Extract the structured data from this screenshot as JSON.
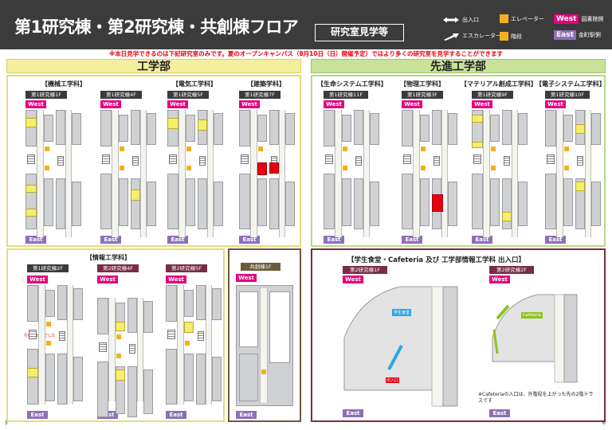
{
  "header": {
    "title": "第1研究棟・第2研究棟・共創棟フロア",
    "badge": "研究室見学等"
  },
  "legend": {
    "entrance": "出入口",
    "elevator": "エレベーター",
    "west": "West",
    "library": "図書館側",
    "escalator": "エスカレーター",
    "stairs": "階段",
    "east": "East",
    "kanamachi": "金町駅側"
  },
  "notice": "※本日見学できるのは下記研究室のみです。夏のオープンキャンパス（8月10日（日）開催予定）ではより多くの研究室を見学することができます",
  "departments": {
    "engineering": "工学部",
    "advanced": "先進工学部"
  },
  "tags": {
    "west": "West",
    "east": "East"
  },
  "eng_top": [
    {
      "title": "【機械工学科】",
      "buildings": [
        "第1研究棟1F",
        "第1研究棟4F"
      ]
    },
    {
      "title": "【電気工学科】",
      "buildings": [
        "第1研究棟5F"
      ]
    },
    {
      "title": "【建築学科】",
      "buildings": [
        "第1研究棟7F"
      ]
    }
  ],
  "adv_top": [
    {
      "title": "【生命システム工学科】",
      "buildings": [
        "第1研究棟11F"
      ]
    },
    {
      "title": "【物理工学科】",
      "buildings": [
        "第1研究棟3F"
      ]
    },
    {
      "title": "【マテリアル創成工学科】",
      "buildings": [
        "第1研究棟9F"
      ]
    },
    {
      "title": "【電子システム工学科】",
      "buildings": [
        "第1研究棟10F"
      ]
    }
  ],
  "info": {
    "title": "【情報工学科】",
    "buildings": [
      "第1研究棟2F",
      "第2研究棟4F",
      "第2研究棟5F"
    ],
    "not_allowed": "行けませんでした"
  },
  "kyoso": {
    "building": "共創棟1F"
  },
  "cafe": {
    "title": "【学生食堂・Cafeteria 及び 工学部情報工学科 出入口】",
    "buildings": [
      "第2研究棟1F",
      "第2研究棟2F"
    ],
    "cafeteria": "Cafeteria",
    "note": "※Cafeteriaの入口は、外階段を上がった先の2階テラスです",
    "entrance": "出入口",
    "dining": "学生食堂"
  },
  "page_numbers": {
    "left": "5",
    "right": "6"
  }
}
